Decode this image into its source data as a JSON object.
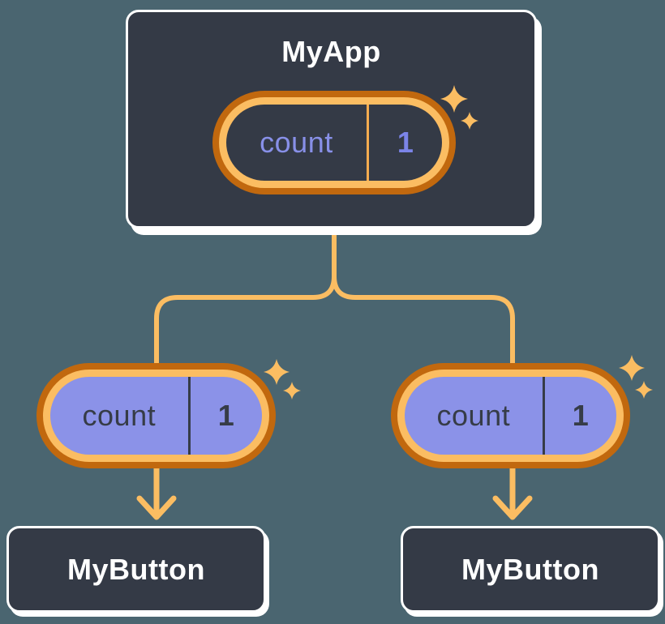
{
  "colors": {
    "bg": "#4A6570",
    "card-bg": "#343A46",
    "card-border": "#FFFFFF",
    "text": "#FFFFFF",
    "orange-dark": "#C1680E",
    "orange-light": "#FBBD62",
    "divider-orange": "#F5AC4F",
    "periwinkle": "#8B92E8",
    "peri-label": "#8890E8",
    "peri-value": "#7B84E8",
    "dark-text": "#363C47"
  },
  "icons": {
    "sparkle": "✦"
  },
  "tree": {
    "root": {
      "title": "MyApp",
      "state_pill": {
        "label": "count",
        "value": "1"
      }
    },
    "children": [
      {
        "title": "MyButton",
        "pill": {
          "label": "count",
          "value": "1"
        }
      },
      {
        "title": "MyButton",
        "pill": {
          "label": "count",
          "value": "1"
        }
      }
    ]
  }
}
